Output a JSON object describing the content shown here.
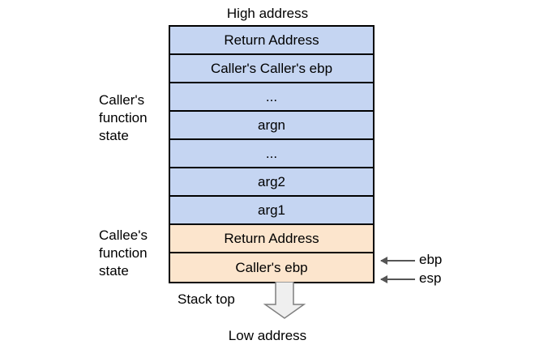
{
  "diagram": {
    "title_top": "High address",
    "title_bottom": "Low address",
    "stack_top_label": "Stack top",
    "colors": {
      "caller_fill": "#c5d5f2",
      "callee_fill": "#fce5cd",
      "border": "#000000",
      "arrow_fill": "#efefef",
      "arrow_stroke": "#7f7f7f",
      "pointer_stroke": "#555555",
      "background": "#ffffff"
    },
    "groups": [
      {
        "id": "caller",
        "label": "Caller's\nfunction\nstate"
      },
      {
        "id": "callee",
        "label": "Callee's\nfunction\nstate"
      }
    ],
    "rows": [
      {
        "text": "Return Address",
        "group": "caller"
      },
      {
        "text": "Caller's Caller's ebp",
        "group": "caller"
      },
      {
        "text": "...",
        "group": "caller"
      },
      {
        "text": "argn",
        "group": "caller"
      },
      {
        "text": "...",
        "group": "caller"
      },
      {
        "text": "arg2",
        "group": "caller"
      },
      {
        "text": "arg1",
        "group": "caller"
      },
      {
        "text": "Return Address",
        "group": "callee"
      },
      {
        "text": "Caller's ebp",
        "group": "callee"
      }
    ],
    "pointers": [
      {
        "name": "ebp",
        "label": "ebp",
        "target_row": 7
      },
      {
        "name": "esp",
        "label": "esp",
        "target_row": 8
      }
    ]
  }
}
